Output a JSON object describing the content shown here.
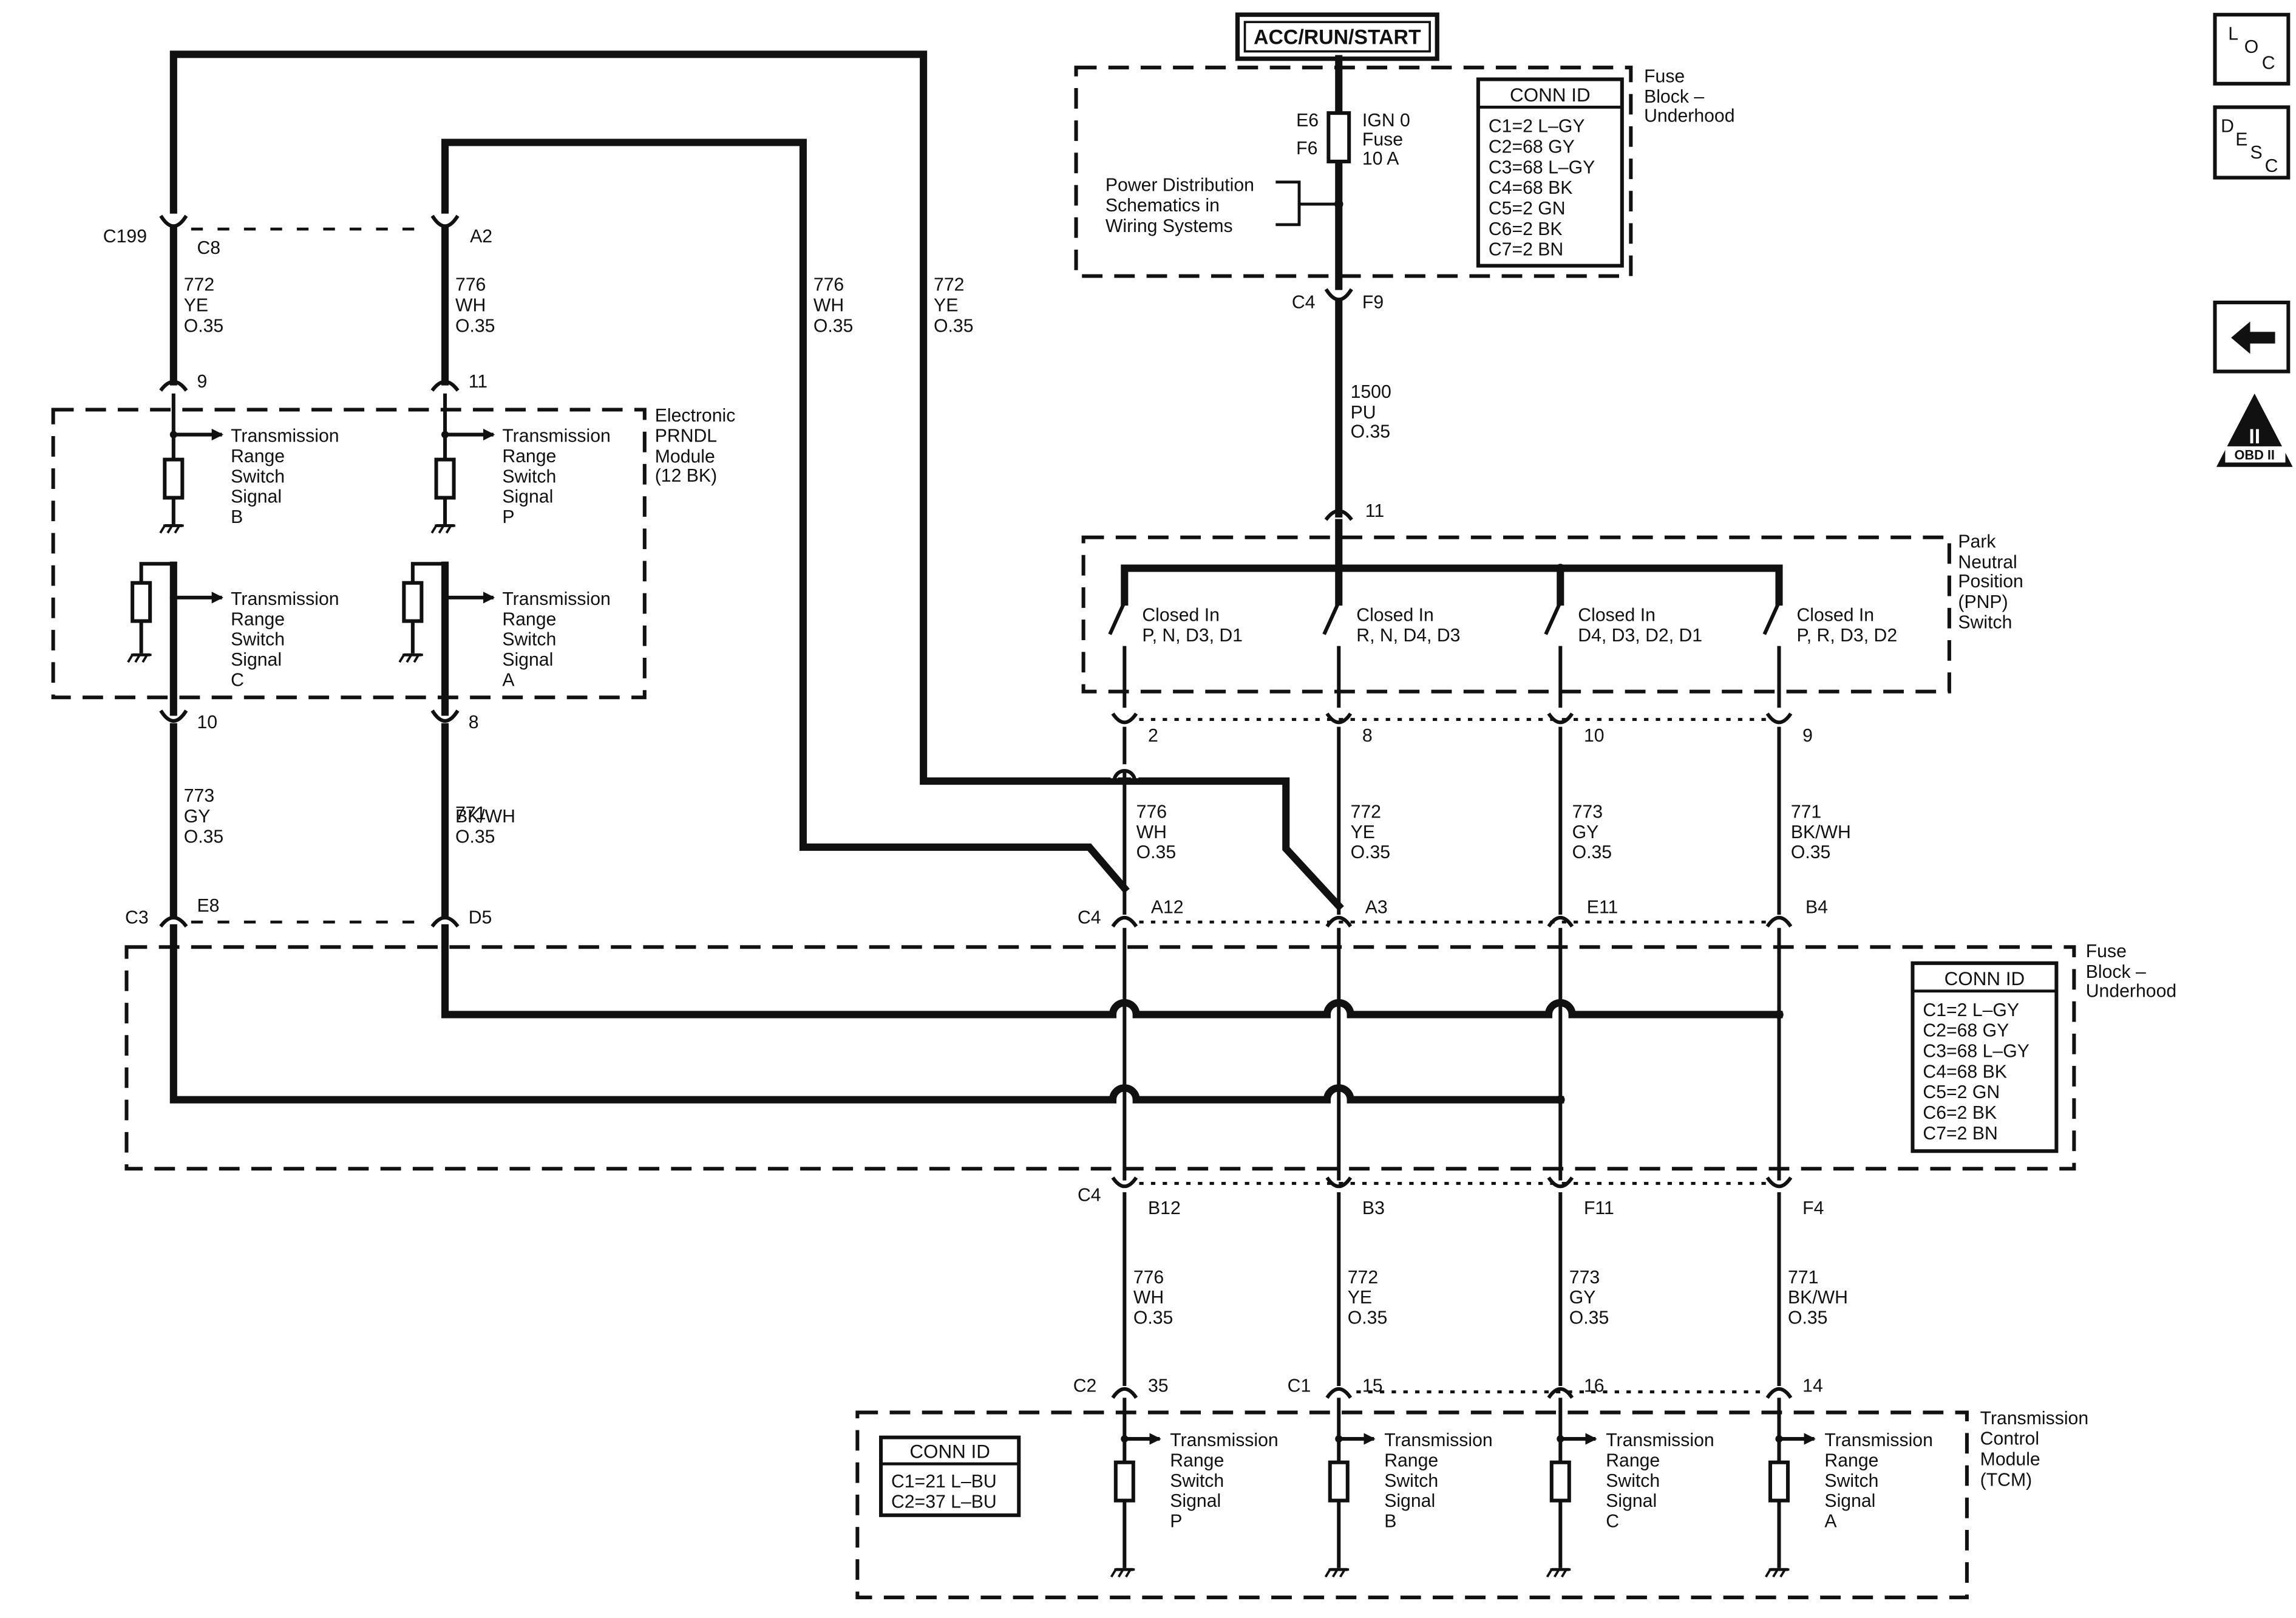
{
  "power_label": "ACC/RUN/START",
  "fuse_block_top": {
    "title": [
      "Fuse",
      "Block –",
      "Underhood"
    ],
    "fuse_pins": [
      "E6",
      "F6"
    ],
    "fuse_label": [
      "IGN 0",
      "Fuse",
      "10 A"
    ],
    "power_dist": [
      "Power Distribution",
      "Schematics in",
      "Wiring Systems"
    ],
    "connector": {
      "name": "C4",
      "pin": "F9"
    }
  },
  "conn_id_fuse": {
    "header": "CONN ID",
    "rows": [
      "C1=2 L–GY",
      "C2=68 GY",
      "C3=68 L–GY",
      "C4=68 BK",
      "C5=2 GN",
      "C6=2 BK",
      "C7=2 BN"
    ]
  },
  "conn_id_tcm": {
    "header": "CONN ID",
    "rows": [
      "C1=21 L–BU",
      "C2=37 L–BU"
    ]
  },
  "side_icons": {
    "loc": [
      "L",
      "O",
      "C"
    ],
    "desc": [
      "D",
      "E",
      "S",
      "C"
    ],
    "obd": [
      "II",
      "OBD II"
    ]
  },
  "pnp_feed_wire": [
    "1500",
    "PU",
    "O.35"
  ],
  "pnp_in_pin": "11",
  "pnp_switch": {
    "title": [
      "Park",
      "Neutral",
      "Position",
      "(PNP)",
      "Switch"
    ],
    "contacts": [
      [
        "Closed In",
        "P, N, D3, D1"
      ],
      [
        "Closed In",
        "R, N, D4, D3"
      ],
      [
        "Closed In",
        "D4, D3, D2, D1"
      ],
      [
        "Closed In",
        "P, R, D3, D2"
      ]
    ],
    "out_pins": [
      "2",
      "8",
      "10",
      "9"
    ]
  },
  "prndl": {
    "title": [
      "Electronic",
      "PRNDL",
      "Module",
      "(12 BK)"
    ],
    "top_pins": [
      "9",
      "11"
    ],
    "bottom_pins": [
      "10",
      "8"
    ],
    "signals": [
      [
        "Transmission",
        "Range",
        "Switch",
        "Signal",
        "B"
      ],
      [
        "Transmission",
        "Range",
        "Switch",
        "Signal",
        "P"
      ],
      [
        "Transmission",
        "Range",
        "Switch",
        "Signal",
        "C"
      ],
      [
        "Transmission",
        "Range",
        "Switch",
        "Signal",
        "A"
      ]
    ]
  },
  "c199": {
    "name": "C199",
    "pins": [
      "C8",
      "A2"
    ]
  },
  "c3": {
    "name": "C3",
    "pins": [
      "E8",
      "D5"
    ]
  },
  "c4_upper": {
    "name": "C4",
    "pins": [
      "A12",
      "A3",
      "E11",
      "B4"
    ]
  },
  "c4_lower": {
    "name": "C4",
    "pins": [
      "B12",
      "B3",
      "F11",
      "F4"
    ]
  },
  "fuse_block_mid": {
    "title": [
      "Fuse",
      "Block –",
      "Underhood"
    ]
  },
  "wires": {
    "w772_left": [
      "772",
      "YE",
      "O.35"
    ],
    "w776_left": [
      "776",
      "WH",
      "O.35"
    ],
    "w776_cross": [
      "776",
      "WH",
      "O.35"
    ],
    "w772_cross": [
      "772",
      "YE",
      "O.35"
    ],
    "w773_left": [
      "773",
      "GY",
      "O.35"
    ],
    "w771_left": [
      "771",
      "BK/WH",
      "O.35"
    ],
    "mid": [
      [
        "776",
        "WH",
        "O.35"
      ],
      [
        "772",
        "YE",
        "O.35"
      ],
      [
        "773",
        "GY",
        "O.35"
      ],
      [
        "771",
        "BK/WH",
        "O.35"
      ]
    ],
    "low": [
      [
        "776",
        "WH",
        "O.35"
      ],
      [
        "772",
        "YE",
        "O.35"
      ],
      [
        "773",
        "GY",
        "O.35"
      ],
      [
        "771",
        "BK/WH",
        "O.35"
      ]
    ]
  },
  "tcm": {
    "title": [
      "Transmission",
      "Control",
      "Module",
      "(TCM)"
    ],
    "connectors": [
      {
        "name": "C2",
        "pin": "35"
      },
      {
        "name": "C1",
        "pin": "15"
      },
      {
        "name": "",
        "pin": "16"
      },
      {
        "name": "",
        "pin": "14"
      }
    ],
    "signals": [
      [
        "Transmission",
        "Range",
        "Switch",
        "Signal",
        "P"
      ],
      [
        "Transmission",
        "Range",
        "Switch",
        "Signal",
        "B"
      ],
      [
        "Transmission",
        "Range",
        "Switch",
        "Signal",
        "C"
      ],
      [
        "Transmission",
        "Range",
        "Switch",
        "Signal",
        "A"
      ]
    ]
  }
}
